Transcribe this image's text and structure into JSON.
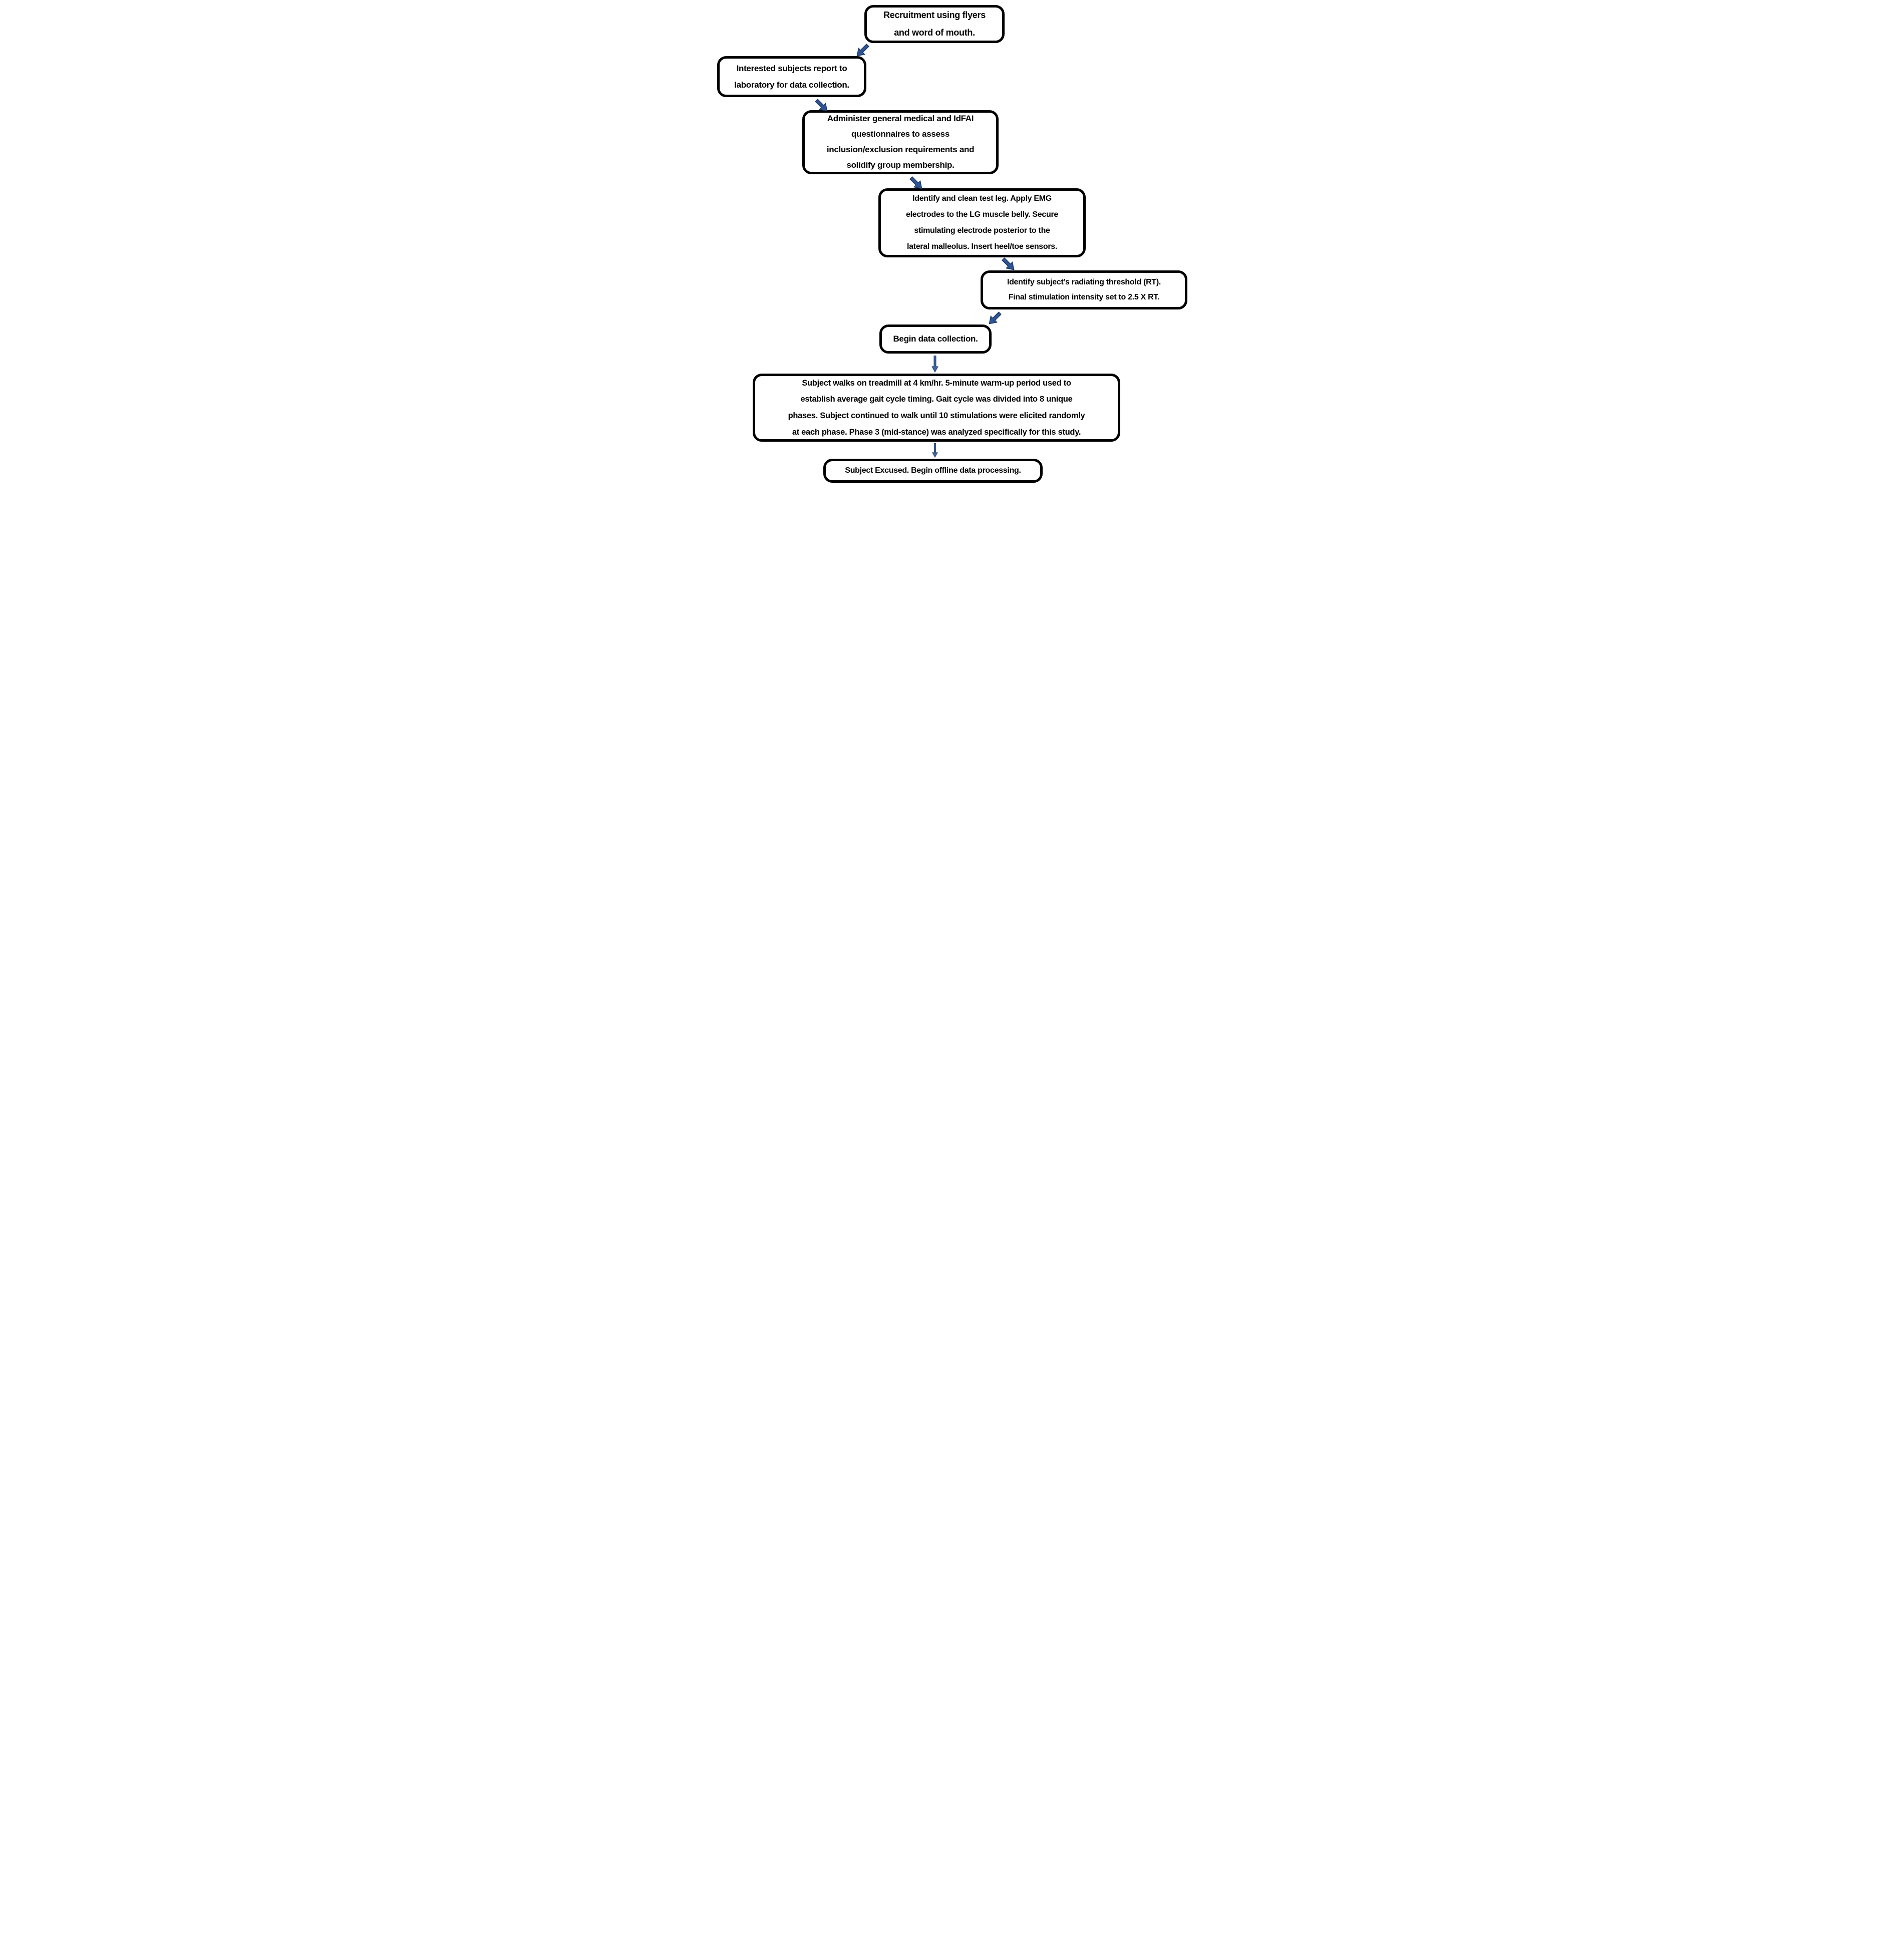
{
  "figure": {
    "type": "flowchart",
    "description": "Study protocol flowchart",
    "nodes": [
      {
        "id": 1,
        "name": "recruitment",
        "text": "Recruitment using flyers\nand word of mouth."
      },
      {
        "id": 2,
        "name": "report-to-lab",
        "text": "Interested subjects report to\nlaboratory for data collection."
      },
      {
        "id": 3,
        "name": "questionnaires",
        "text": "Administer general medical and IdFAI\nquestionnaires to assess\ninclusion/exclusion requirements and\nsolidify group membership."
      },
      {
        "id": 4,
        "name": "electrode-setup",
        "text": "Identify and clean test leg. Apply EMG\nelectrodes to the LG muscle belly.  Secure\nstimulating electrode posterior to the\nlateral malleolus.  Insert heel/toe sensors."
      },
      {
        "id": 5,
        "name": "radiating-threshold",
        "text": "Identify subject’s radiating threshold (RT).\nFinal stimulation intensity set to 2.5 X RT."
      },
      {
        "id": 6,
        "name": "begin-data-collection",
        "text": "Begin data collection."
      },
      {
        "id": 7,
        "name": "treadmill-protocol",
        "text": "Subject walks on treadmill at 4 km/hr. 5-minute warm-up period used to\nestablish average gait cycle timing.  Gait cycle was divided into 8 unique\nphases. Subject continued to walk until 10 stimulations were elicited randomly\nat each phase. Phase 3 (mid-stance) was analyzed specifically for this study."
      },
      {
        "id": 8,
        "name": "subject-excused",
        "text": "Subject Excused.  Begin offline data processing."
      }
    ],
    "edges": [
      {
        "from": 1,
        "to": 2,
        "direction": "down-left"
      },
      {
        "from": 2,
        "to": 3,
        "direction": "down-right"
      },
      {
        "from": 3,
        "to": 4,
        "direction": "down-right"
      },
      {
        "from": 4,
        "to": 5,
        "direction": "down-right"
      },
      {
        "from": 5,
        "to": 6,
        "direction": "down-left"
      },
      {
        "from": 6,
        "to": 7,
        "direction": "down"
      },
      {
        "from": 7,
        "to": 8,
        "direction": "down"
      }
    ]
  },
  "colors": {
    "box_border": "#000000",
    "box_fill": "#ffffff",
    "text_color": "#000000",
    "arrow_fill": "#2f5496",
    "arrow_outline": "#1e3a66",
    "arrow_fill_vertical": "#3f649f"
  }
}
